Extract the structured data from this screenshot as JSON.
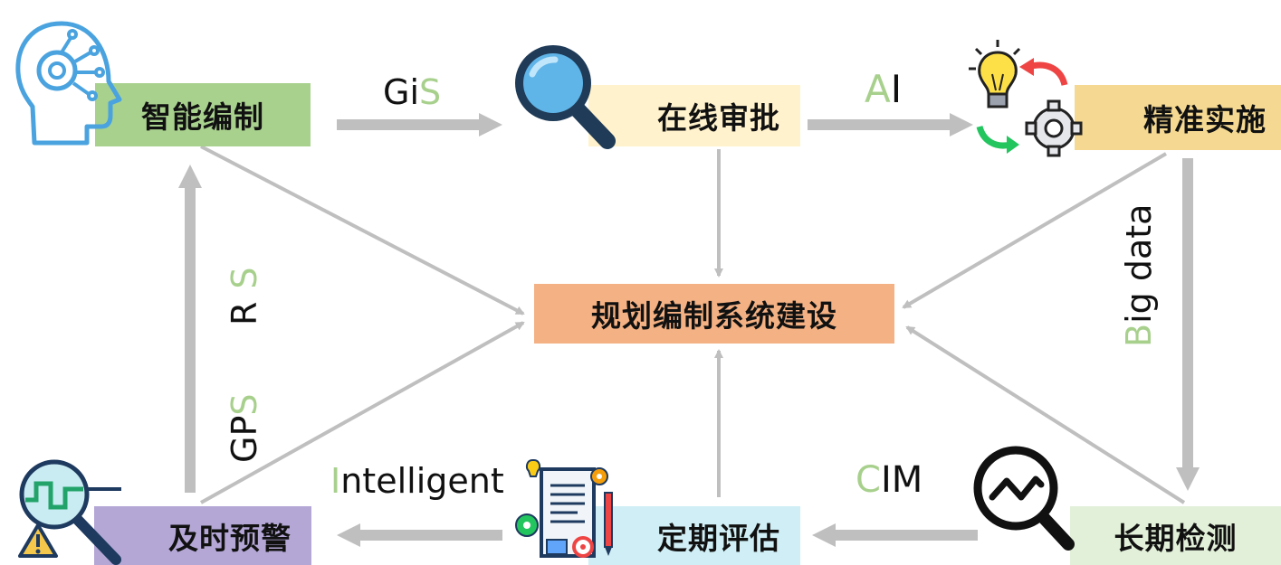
{
  "nodes": {
    "smart_compile": "智能编制",
    "online_approval": "在线审批",
    "precise_impl": "精准实施",
    "center": "规划编制系统建设",
    "timely_warning": "及时预警",
    "periodic_eval": "定期评估",
    "long_monitor": "长期检测"
  },
  "edge_labels": {
    "gis": {
      "first": "Gi",
      "accent": "S"
    },
    "ai": {
      "first": "A",
      "rest": "I"
    },
    "bigdata": {
      "first": "B",
      "rest": "ig data"
    },
    "cim": {
      "first": "C",
      "rest": "IM"
    },
    "intelligent": {
      "first": "I",
      "rest": "ntelligent"
    },
    "rs": {
      "first": "R",
      "accent": "S"
    },
    "gps": {
      "first": "GP",
      "accent": "S"
    }
  },
  "colors": {
    "green_box": "#a9d18e",
    "yellow_box": "#fff2cc",
    "gold_box": "#f5d992",
    "orange_box": "#f4b183",
    "purple_box": "#b4a7d6",
    "cyan_box": "#cfeef5",
    "light_green_box": "#e2f0d9",
    "arrow": "#bfbfbf",
    "accent_letter": "#a8d08d"
  }
}
